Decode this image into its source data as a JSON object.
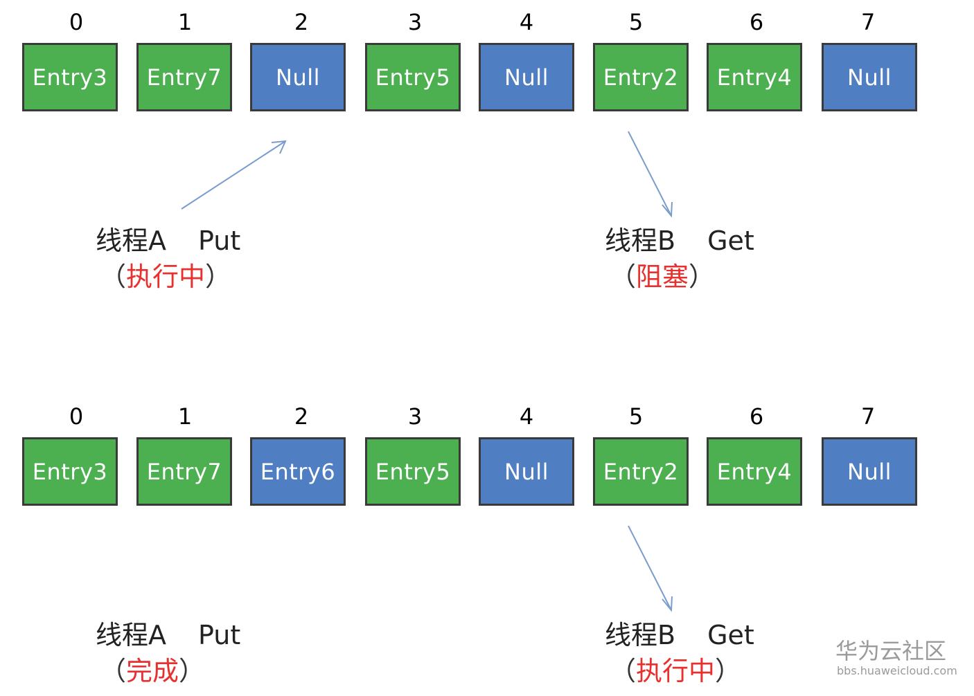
{
  "top": {
    "indices": [
      "0",
      "1",
      "2",
      "3",
      "4",
      "5",
      "6",
      "7"
    ],
    "cells": [
      {
        "label": "Entry3",
        "color": "green"
      },
      {
        "label": "Entry7",
        "color": "green"
      },
      {
        "label": "Null",
        "color": "blue"
      },
      {
        "label": "Entry5",
        "color": "green"
      },
      {
        "label": "Null",
        "color": "blue"
      },
      {
        "label": "Entry2",
        "color": "green"
      },
      {
        "label": "Entry4",
        "color": "green"
      },
      {
        "label": "Null",
        "color": "blue"
      }
    ],
    "thread_a": {
      "name": "线程A",
      "op": "Put",
      "open": "（",
      "state": "执行中",
      "close": "）"
    },
    "thread_b": {
      "name": "线程B",
      "op": "Get",
      "open": "（",
      "state": "阻塞",
      "close": "）"
    }
  },
  "bottom": {
    "indices": [
      "0",
      "1",
      "2",
      "3",
      "4",
      "5",
      "6",
      "7"
    ],
    "cells": [
      {
        "label": "Entry3",
        "color": "green"
      },
      {
        "label": "Entry7",
        "color": "green"
      },
      {
        "label": "Entry6",
        "color": "blue"
      },
      {
        "label": "Entry5",
        "color": "green"
      },
      {
        "label": "Null",
        "color": "blue"
      },
      {
        "label": "Entry2",
        "color": "green"
      },
      {
        "label": "Entry4",
        "color": "green"
      },
      {
        "label": "Null",
        "color": "blue"
      }
    ],
    "thread_a": {
      "name": "线程A",
      "op": "Put",
      "open": "（",
      "state": "完成",
      "close": "）"
    },
    "thread_b": {
      "name": "线程B",
      "op": "Get",
      "open": "（",
      "state": "执行中",
      "close": "）"
    }
  },
  "colors": {
    "green": "#4caf50",
    "blue": "#4f7ec2",
    "status_red": "#e8312f",
    "arrow": "#7a9ccc"
  },
  "watermark": {
    "main": "华为云社区",
    "sub": "bbs.huaweicloud.com"
  }
}
